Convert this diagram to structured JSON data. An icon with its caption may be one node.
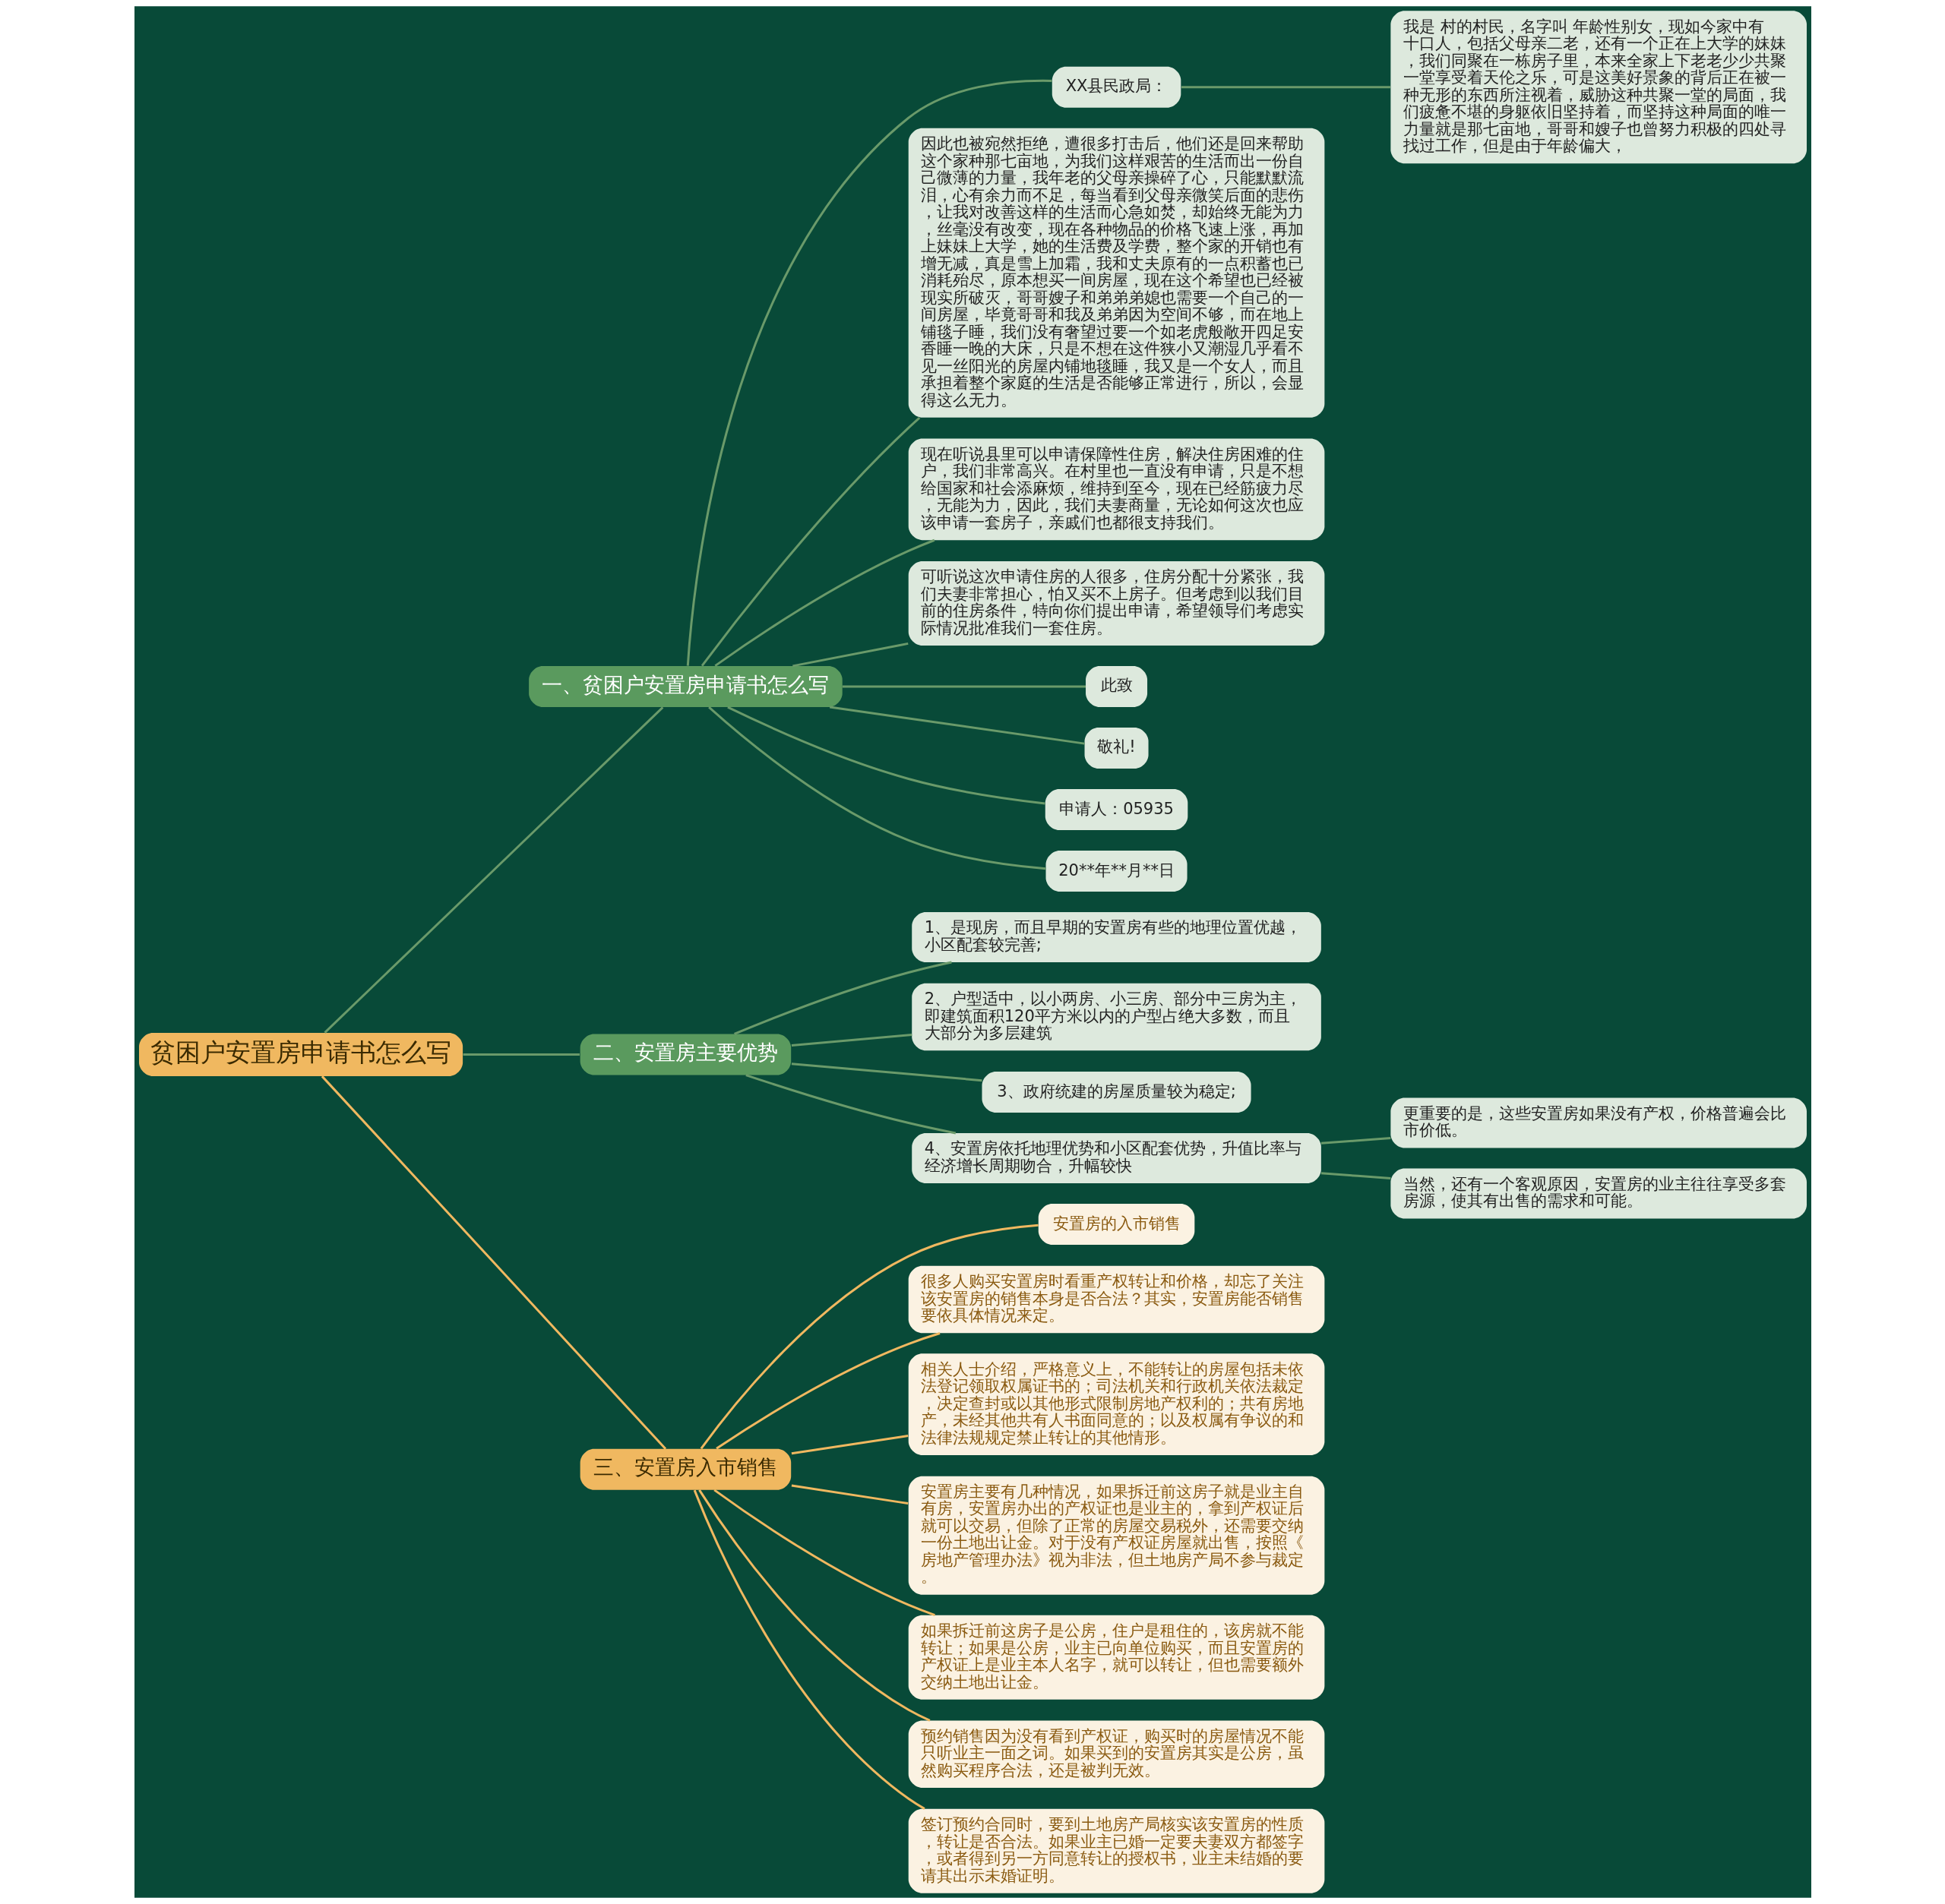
{
  "diagram": {
    "nodes": [
      {
        "text": [
          "贫困户安置房申请书怎么写"
        ]
      },
      {
        "text": [
          "一、贫困户安置房申请书怎么写"
        ]
      },
      {
        "text": [
          "XX县民政局："
        ]
      },
      {
        "text": [
          "我是 村的村民，名字叫 年龄性别女，现如今家中有十口人，包括父母亲二老，还有一个正在上大学的妹妹，我们同聚在一栋房子里，本来全家上下老老少少共聚一堂享受着天伦之乐，可是这美好景象的背后正在被一种无形的东西所注视着，威胁这种共聚一堂的局面，我们疲惫不堪的身躯依旧坚持着，而坚持这种局面的唯一力量就是那七亩地，哥哥和嫂子也曾努力积极的四处寻找过工作，但是由于年龄偏大，"
        ]
      },
      {
        "text": [
          "因此也被宛然拒绝，遭很多打击后，他们还是回来帮助这个家种那七亩地，为我们这样艰苦的生活而出一份自己微薄的力量，我年老的父母亲操碎了心，只能默默流泪，心有余力而不足，每当看到父母亲微笑后面的悲伤，让我对改善这样的生活而心急如焚，却始终无能为力，丝毫没有改变，现在各种物品的价格飞速上涨，再加上妹妹上大学，她的生活费及学费，整个家的开销也有增无减，真是雪上加霜，我和丈夫原有的一点积蓄也已消耗殆尽，原本想买一间房屋，现在这个希望也已经被现实所破灭，哥哥嫂子和弟弟弟媳也需要一个自己的一间房屋，毕竟哥哥和我及弟弟因为空间不够，而在地上铺毯子睡，我们没有奢望过要一个如老虎般敞开四足安香睡一晚的大床，只是不想在这件狭小又潮湿几乎看不见一丝阳光的房屋内铺地毯睡，我又是一个女人，而且承担着整个家庭的生活是否能够正常进行，所以，会显得这么无力。"
        ]
      },
      {
        "text": [
          "现在听说县里可以申请保障性住房，解决住房困难的住户，我们非常高兴。在村里也一直没有申请，只是不想给国家和社会添麻烦，维持到至今，现在已经筋疲力尽，无能为力，因此，我们夫妻商量，无论如何这次也应该申请一套房子，亲戚们也都很支持我们。"
        ]
      },
      {
        "text": [
          "可听说这次申请住房的人很多，住房分配十分紧张，我们夫妻非常担心，怕又买不上房子。但考虑到以我们目前的住房条件，特向你们提出申请，希望领导们考虑实际情况批准我们一套住房。"
        ]
      },
      {
        "text": [
          "此致"
        ]
      },
      {
        "text": [
          "敬礼!"
        ]
      },
      {
        "text": [
          "申请人：05935"
        ]
      },
      {
        "text": [
          "20**年**月**日"
        ]
      },
      {
        "text": [
          "二、安置房主要优势"
        ]
      },
      {
        "text": [
          "1、是现房，而且早期的安置房有些的地理位置优越，小区配套较完善;"
        ]
      },
      {
        "text": [
          "2、户型适中，以小两房、小三房、部分中三房为主，即建筑面积120平方米以内的户型占绝大多数，而且大部分为多层建筑"
        ]
      },
      {
        "text": [
          "3、政府统建的房屋质量较为稳定;"
        ]
      },
      {
        "text": [
          "4、安置房依托地理优势和小区配套优势，升值比率与经济增长周期吻合，升幅较快"
        ]
      },
      {
        "text": [
          "更重要的是，这些安置房如果没有产权，价格普遍会比市价低。"
        ]
      },
      {
        "text": [
          "当然，还有一个客观原因，安置房的业主往往享受多套房源，使其有出售的需求和可能。"
        ]
      },
      {
        "text": [
          "三、安置房入市销售"
        ]
      },
      {
        "text": [
          "安置房的入市销售"
        ]
      },
      {
        "text": [
          "很多人购买安置房时看重产权转让和价格，却忘了关注该安置房的销售本身是否合法？其实，安置房能否销售要依具体情况来定。"
        ]
      },
      {
        "text": [
          "相关人士介绍，严格意义上，不能转让的房屋包括未依法登记领取权属证书的；司法机关和行政机关依法裁定，决定查封或以其他形式限制房地产权利的；共有房地产，未经其他共有人书面同意的；以及权属有争议的和法律法规规定禁止转让的其他情形。"
        ]
      },
      {
        "text": [
          "安置房主要有几种情况，如果拆迁前这房子就是业主自有房，安置房办出的产权证也是业主的，拿到产权证后就可以交易，但除了正常的房屋交易税外，还需要交纳一份土地出让金。对于没有产权证房屋就出售，按照《房地产管理办法》视为非法，但土地房产局不参与裁定。"
        ]
      },
      {
        "text": [
          "如果拆迁前这房子是公房，住户是租住的，该房就不能转让；如果是公房，业主已向单位购买，而且安置房的产权证上是业主本人名字，就可以转让，但也需要额外交纳土地出让金。"
        ]
      },
      {
        "text": [
          "预约销售因为没有看到产权证，购买时的房屋情况不能只听业主一面之词。如果买到的安置房其实是公房，虽然购买程序合法，还是被判无效。"
        ]
      },
      {
        "text": [
          "签订预约合同时，要到土地房产局核实该安置房的性质，转让是否合法。如果业主已婚一定要夫妻双方都签字，或者得到另一方同意转让的授权书，业主未结婚的要请其出示未婚证明。"
        ]
      }
    ],
    "edges": [
      {
        "from": 0,
        "to": 1,
        "arrow": "none"
      },
      {
        "from": 1,
        "to": 2,
        "arrow": "none"
      },
      {
        "from": 2,
        "to": 3,
        "arrow": "none"
      },
      {
        "from": 1,
        "to": 4,
        "arrow": "none"
      },
      {
        "from": 1,
        "to": 5,
        "arrow": "none"
      },
      {
        "from": 1,
        "to": 6,
        "arrow": "none"
      },
      {
        "from": 1,
        "to": 7,
        "arrow": "none"
      },
      {
        "from": 1,
        "to": 8,
        "arrow": "none"
      },
      {
        "from": 1,
        "to": 9,
        "arrow": "none"
      },
      {
        "from": 1,
        "to": 10,
        "arrow": "none"
      },
      {
        "from": 0,
        "to": 11,
        "arrow": "none"
      },
      {
        "from": 11,
        "to": 12,
        "arrow": "none"
      },
      {
        "from": 11,
        "to": 13,
        "arrow": "none"
      },
      {
        "from": 11,
        "to": 14,
        "arrow": "none"
      },
      {
        "from": 11,
        "to": 15,
        "arrow": "none"
      },
      {
        "from": 15,
        "to": 16,
        "arrow": "none"
      },
      {
        "from": 15,
        "to": 17,
        "arrow": "none"
      },
      {
        "from": 0,
        "to": 18,
        "arrow": "none",
        "color": "#f0b860"
      },
      {
        "from": 18,
        "to": 19,
        "arrow": "none",
        "color": "#f0b860"
      },
      {
        "from": 18,
        "to": 20,
        "arrow": "none",
        "color": "#f0b860"
      },
      {
        "from": 18,
        "to": 21,
        "arrow": "none",
        "color": "#f0b860"
      },
      {
        "from": 18,
        "to": 22,
        "arrow": "none",
        "color": "#f0b860"
      },
      {
        "from": 18,
        "to": 23,
        "arrow": "none",
        "color": "#f0b860"
      },
      {
        "from": 18,
        "to": 24,
        "arrow": "none",
        "color": "#f0b860"
      },
      {
        "from": 18,
        "to": 25,
        "arrow": "none",
        "color": "#f0b860"
      }
    ]
  }
}
